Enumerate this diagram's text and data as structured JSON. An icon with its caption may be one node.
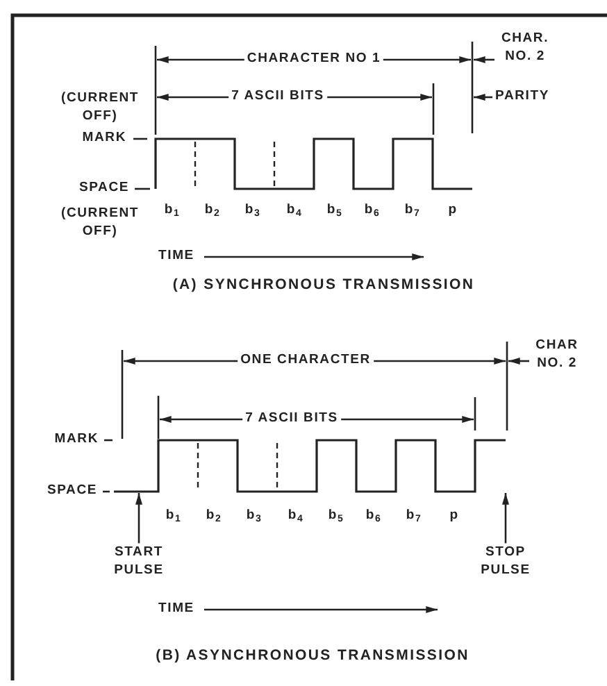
{
  "diagram": {
    "nodes": [
      {
        "text": [
          "START PULSE"
        ]
      },
      {
        "text": [
          "STOP PULSE"
        ]
      },
      {
        "text": [],
        "shape": "picture"
      }
    ],
    "edges": [
      {
        "from": 0,
        "to": 2,
        "arrow": "to"
      },
      {
        "from": 1,
        "to": 2,
        "arrow": "to"
      }
    ],
    "labels": [
      "CHARACTER NO 1",
      "CHAR. NO. 2",
      "(CURRENT OFF)",
      "7 ASCII BITS",
      "PARITY",
      "MARK",
      "SPACE",
      "(CURRENT OFF)",
      "b$_{1}$",
      "b$_{2}$",
      "b$_{3}$",
      "b$_{4}$",
      "b$_{5}$",
      "b$_{6}$",
      "b$_{7}$",
      "p",
      "TIME",
      "(A) SYNCHRONOUS TRANSMISSION",
      "ONE CHARACTER",
      "CHAR NO. 2",
      "7 ASCII BITS",
      "MARK",
      "SPACE",
      "b$_{1}$",
      "b$_{2}$",
      "b$_{3}$",
      "b$_{4}$",
      "b$_{5}$",
      "b$_{6}$",
      "b$_{7}$",
      "p",
      "TIME",
      "(B) ASYNCHRONOUS TRANSMISSION"
    ]
  }
}
